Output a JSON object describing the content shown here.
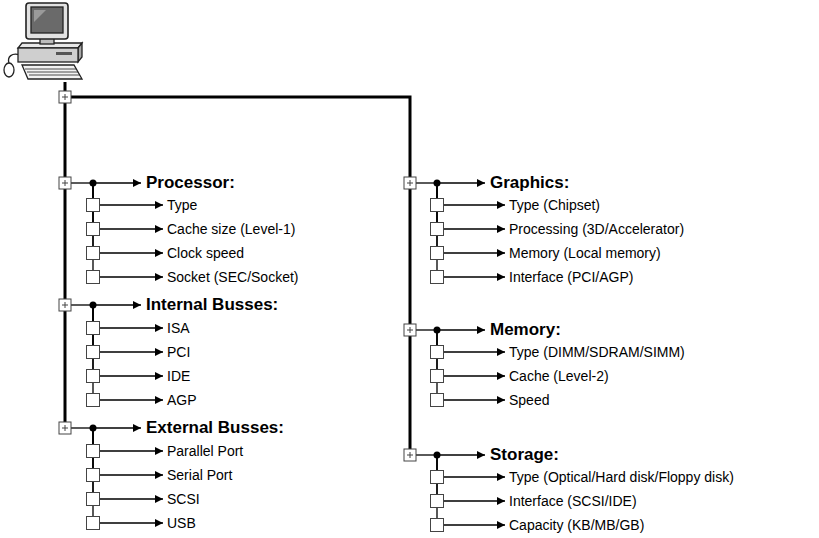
{
  "diagram": {
    "nodes": [
      {
        "text": [
          "Processor:"
        ]
      },
      {
        "text": [
          "Type"
        ]
      },
      {
        "text": [
          "Cache size (Level-1)"
        ]
      },
      {
        "text": [
          "Clock speed"
        ]
      },
      {
        "text": [
          "Socket (SEC/Socket)"
        ]
      },
      {
        "text": [
          "Internal Busses:"
        ]
      },
      {
        "text": [
          "ISA"
        ]
      },
      {
        "text": [
          "PCI"
        ]
      },
      {
        "text": [
          "IDE"
        ]
      },
      {
        "text": [
          "AGP"
        ]
      },
      {
        "text": [
          "External Busses:"
        ]
      },
      {
        "text": [
          "Parallel Port"
        ]
      },
      {
        "text": [
          "Serial Port"
        ]
      },
      {
        "text": [
          "SCSI"
        ]
      },
      {
        "text": [
          "USB"
        ]
      },
      {
        "text": [
          "Graphics:"
        ]
      },
      {
        "text": [
          "Type (Chipset)"
        ]
      },
      {
        "text": [
          "Processing (3D/Accelerator)"
        ]
      },
      {
        "text": [
          "Memory (Local memory)"
        ]
      },
      {
        "text": [
          "Interface (PCI/AGP)"
        ]
      },
      {
        "text": [
          "Memory:"
        ]
      },
      {
        "text": [
          "Type (DIMM/SDRAM/SIMM)"
        ]
      },
      {
        "text": [
          "Cache (Level-2)"
        ]
      },
      {
        "text": [
          "Speed"
        ]
      },
      {
        "text": [
          "Storage:"
        ]
      },
      {
        "text": [
          "Type (Optical/Hard disk/Floppy disk)"
        ]
      },
      {
        "text": [
          "Interface (SCSI/IDE)"
        ]
      },
      {
        "text": [
          "Capacity (KB/MB/GB)"
        ]
      }
    ],
    "edges": [
      {
        "from": 0,
        "to": 1,
        "arrow": "to"
      },
      {
        "from": 0,
        "to": 2,
        "arrow": "to"
      },
      {
        "from": 0,
        "to": 3,
        "arrow": "to"
      },
      {
        "from": 0,
        "to": 4,
        "arrow": "to"
      },
      {
        "from": 5,
        "to": 6,
        "arrow": "to"
      },
      {
        "from": 5,
        "to": 7,
        "arrow": "to"
      },
      {
        "from": 5,
        "to": 8,
        "arrow": "to"
      },
      {
        "from": 5,
        "to": 9,
        "arrow": "to"
      },
      {
        "from": 10,
        "to": 11,
        "arrow": "to"
      },
      {
        "from": 10,
        "to": 12,
        "arrow": "to"
      },
      {
        "from": 10,
        "to": 13,
        "arrow": "to"
      },
      {
        "from": 10,
        "to": 14,
        "arrow": "to"
      },
      {
        "from": 15,
        "to": 16,
        "arrow": "to"
      },
      {
        "from": 15,
        "to": 17,
        "arrow": "to"
      },
      {
        "from": 15,
        "to": 18,
        "arrow": "to"
      },
      {
        "from": 15,
        "to": 19,
        "arrow": "to"
      },
      {
        "from": 20,
        "to": 21,
        "arrow": "to"
      },
      {
        "from": 20,
        "to": 22,
        "arrow": "to"
      },
      {
        "from": 20,
        "to": 23,
        "arrow": "to"
      },
      {
        "from": 24,
        "to": 25,
        "arrow": "to"
      },
      {
        "from": 24,
        "to": 26,
        "arrow": "to"
      },
      {
        "from": 24,
        "to": 27,
        "arrow": "to"
      }
    ]
  }
}
